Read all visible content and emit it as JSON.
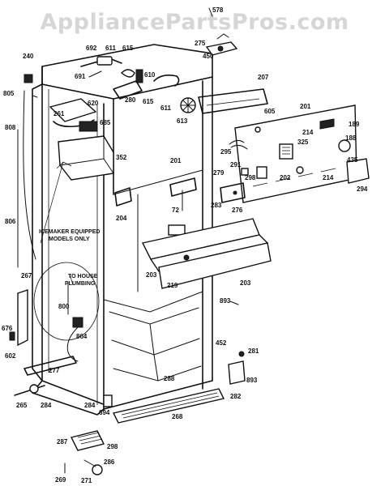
{
  "watermark": "AppliancePartsPros.com",
  "notes": {
    "icemaker_1": "ICEMAKER EQUIPPED",
    "icemaker_2": "MODELS ONLY",
    "house_1": "TO HOUSE",
    "house_2": "PLUMBING"
  },
  "labels": {
    "l578": "578",
    "l692": "692",
    "l611a": "611",
    "l615a": "615",
    "l275": "275",
    "l450": "450",
    "l240": "240",
    "l691": "691",
    "l610": "610",
    "l207": "207",
    "l805": "805",
    "l620": "620",
    "l280": "280",
    "l615b": "615",
    "l611b": "611",
    "l605": "605",
    "l201a": "201",
    "l261": "261",
    "l685": "685",
    "l613": "613",
    "l214a": "214",
    "l189": "189",
    "l808": "808",
    "l295": "295",
    "l325": "325",
    "l352": "352",
    "l201b": "201",
    "l291": "291",
    "l188": "188",
    "l279": "279",
    "l298": "298",
    "l202": "202",
    "l214b": "214",
    "l435": "435",
    "l283": "283",
    "l276": "276",
    "l294": "294",
    "l806": "806",
    "l204": "204",
    "l72": "72",
    "l267": "267",
    "l203a": "203",
    "l219": "219",
    "l203b": "203",
    "l800": "800",
    "l893a": "893",
    "l804": "804",
    "l676": "676",
    "l452": "452",
    "l281": "281",
    "l602": "602",
    "l277": "277",
    "l282": "282",
    "l893b": "893",
    "l288": "288",
    "l265": "265",
    "l284a": "284",
    "l284b": "284",
    "l694": "694",
    "l268": "268",
    "l287": "287",
    "l298b": "298",
    "l269": "269",
    "l286": "286",
    "l271": "271"
  }
}
